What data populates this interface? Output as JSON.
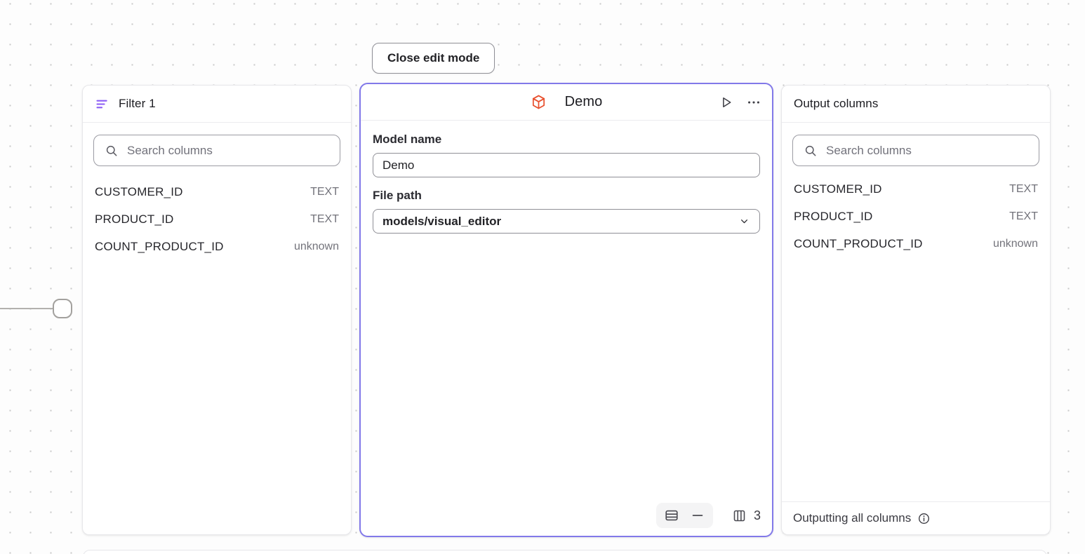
{
  "toolbar": {
    "close_edit_label": "Close edit mode"
  },
  "filter_panel": {
    "title": "Filter 1",
    "search_placeholder": "Search columns",
    "columns": [
      {
        "name": "CUSTOMER_ID",
        "type": "TEXT"
      },
      {
        "name": "PRODUCT_ID",
        "type": "TEXT"
      },
      {
        "name": "COUNT_PRODUCT_ID",
        "type": "unknown"
      }
    ]
  },
  "model_panel": {
    "title": "Demo",
    "model_name_label": "Model name",
    "model_name_value": "Demo",
    "file_path_label": "File path",
    "file_path_value": "models/visual_editor",
    "column_count": "3"
  },
  "output_panel": {
    "title": "Output columns",
    "search_placeholder": "Search columns",
    "columns": [
      {
        "name": "CUSTOMER_ID",
        "type": "TEXT"
      },
      {
        "name": "PRODUCT_ID",
        "type": "TEXT"
      },
      {
        "name": "COUNT_PRODUCT_ID",
        "type": "unknown"
      }
    ],
    "footer_text": "Outputting all columns"
  },
  "colors": {
    "selection_purple": "#8279e9",
    "filter_icon_purple": "#8b5cf6",
    "cube_orange": "#e8502e"
  }
}
